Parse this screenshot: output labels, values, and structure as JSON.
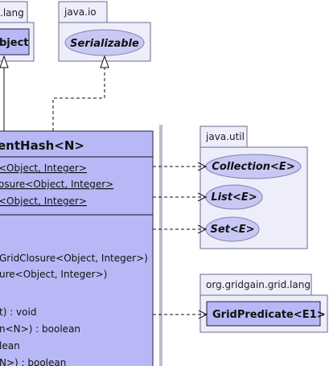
{
  "packages": {
    "lang": {
      "label": ".lang"
    },
    "io": {
      "label": "java.io"
    },
    "util": {
      "label": "java.util"
    },
    "gridgain": {
      "label": "org.gridgain.grid.lang"
    }
  },
  "boxes": {
    "object": "bject",
    "serializable": "Serializable",
    "collection": "Collection<E>",
    "list": "List<E>",
    "set": "Set<E>",
    "grid_predicate": "GridPredicate<E1>"
  },
  "main_class": {
    "title": "entHash<N>",
    "static_members": [
      "<Object, Integer>",
      "osure<Object, Integer>",
      "<Object, Integer>"
    ],
    "members": [
      "GridClosure<Object, Integer>)",
      "ure<Object, Integer>)",
      "t) : void",
      "n<N>) : boolean",
      "lean",
      "N>) : boolean"
    ]
  },
  "colors": {
    "class_fill": "#b8b8f6",
    "interface_fill": "#c8c8f4",
    "package_fill": "#eeeefa"
  }
}
